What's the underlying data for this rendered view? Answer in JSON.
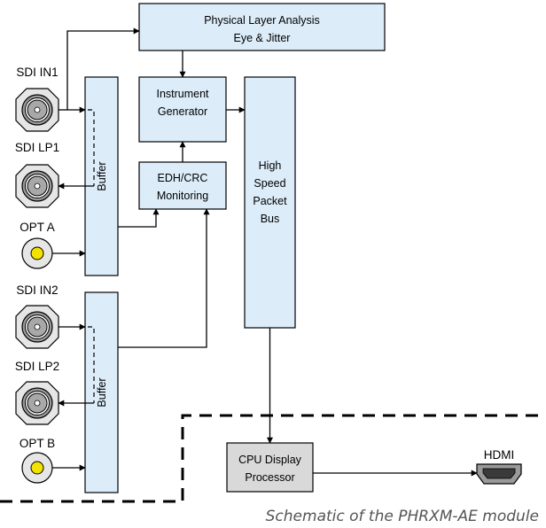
{
  "blocks": {
    "physical_layer": [
      "Physical Layer Analysis",
      "Eye & Jitter"
    ],
    "instrument_generator": [
      "Instrument",
      "Generator"
    ],
    "edh_crc": [
      "EDH/CRC",
      "Monitoring"
    ],
    "packet_bus": [
      "High",
      "Speed",
      "Packet",
      "Bus"
    ],
    "buffer_top": "Buffer",
    "buffer_bottom": "Buffer",
    "cpu_display": [
      "CPU Display",
      "Processor"
    ]
  },
  "connectors": {
    "sdi_in1": "SDI IN1",
    "sdi_lp1": "SDI LP1",
    "opt_a": "OPT A",
    "sdi_in2": "SDI IN2",
    "sdi_lp2": "SDI LP2",
    "opt_b": "OPT B",
    "hdmi": "HDMI"
  },
  "caption": "Schematic of the PHRXM-AE module",
  "colors": {
    "block_fill": "#dcecf9",
    "cpu_fill": "#d9d9d9",
    "optical_core": "#f2e200",
    "caption_text": "#555555"
  }
}
